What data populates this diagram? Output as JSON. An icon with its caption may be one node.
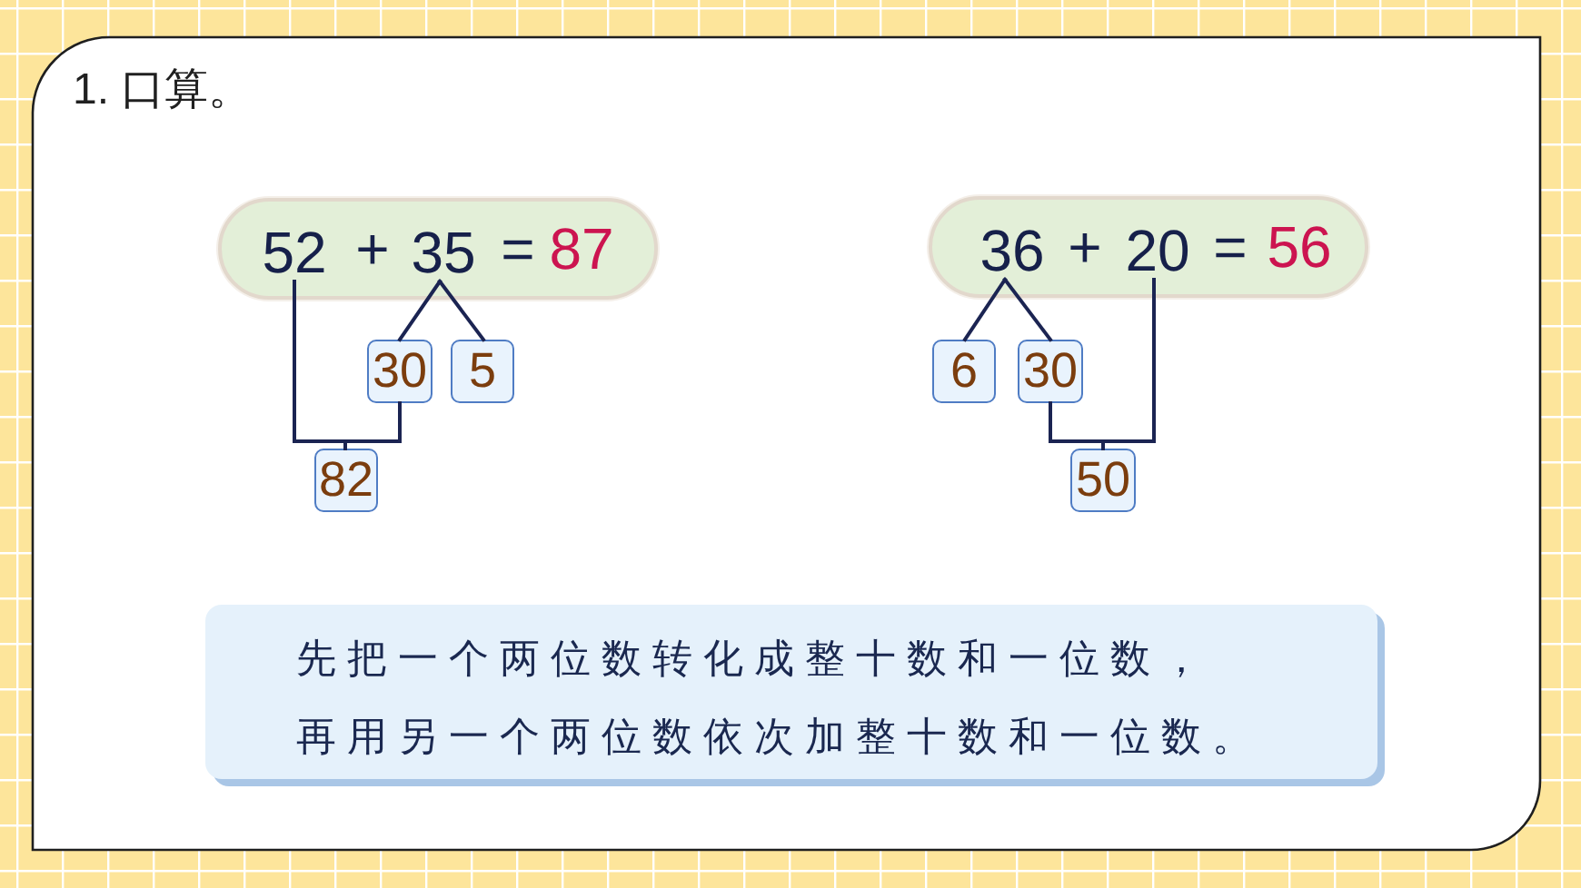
{
  "diagram": {
    "title": "1. 口算。",
    "nodes": [
      {
        "text": [
          "+",
          "=",
          "87"
        ]
      },
      {
        "text": [
          "52"
        ],
        "in": 0
      },
      {
        "text": [
          "35"
        ],
        "in": 0
      },
      {
        "text": [
          "30"
        ]
      },
      {
        "text": [
          "5"
        ]
      },
      {
        "text": [
          "82"
        ]
      },
      {
        "text": [
          "+",
          "=",
          "56"
        ]
      },
      {
        "text": [
          "36"
        ],
        "in": 6
      },
      {
        "text": [
          "20"
        ],
        "in": 6
      },
      {
        "text": [
          "6"
        ]
      },
      {
        "text": [
          "30"
        ]
      },
      {
        "text": [
          "50"
        ]
      },
      {
        "text": [
          "先把一个两位数转化成整十数和一位数，再用另一个两位数依次加整十数和一位数。"
        ]
      }
    ],
    "edges": [
      {
        "from": 2,
        "to": 3,
        "arrow": "none"
      },
      {
        "from": 2,
        "to": 4,
        "arrow": "none"
      },
      {
        "from": 1,
        "to": 5,
        "arrow": "none"
      },
      {
        "from": 3,
        "to": 5,
        "arrow": "none"
      },
      {
        "from": 7,
        "to": 9,
        "arrow": "none"
      },
      {
        "from": 7,
        "to": 10,
        "arrow": "none"
      },
      {
        "from": 10,
        "to": 11,
        "arrow": "none"
      },
      {
        "from": 8,
        "to": 11,
        "arrow": "none"
      }
    ]
  }
}
